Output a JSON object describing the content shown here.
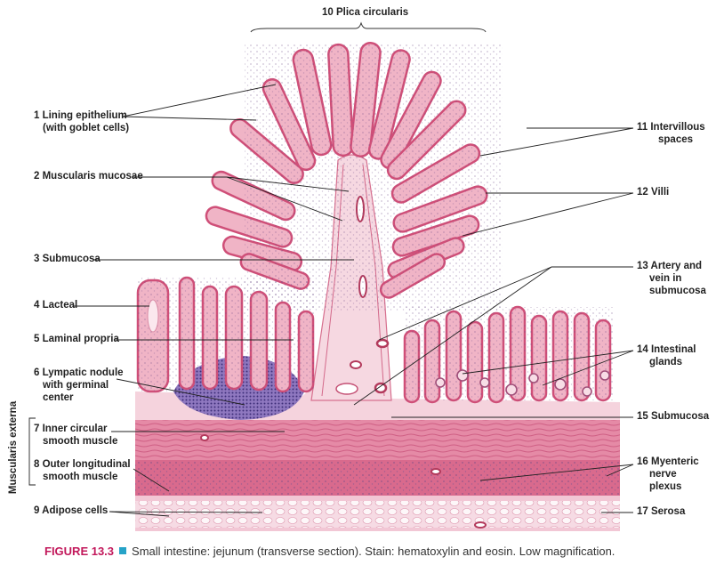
{
  "labels": {
    "l1": "1 Lining epithelium",
    "l1b": "(with goblet cells)",
    "l2": "2 Muscularis mucosae",
    "l3": "3 Submucosa",
    "l4": "4 Lacteal",
    "l5": "5 Laminal propria",
    "l6": "6 Lympatic nodule",
    "l6b": "with germinal",
    "l6c": "center",
    "l7": "7 Inner circular",
    "l7b": "smooth muscle",
    "l8": "8 Outer longitudinal",
    "l8b": "smooth muscle",
    "l9": "9 Adipose cells",
    "l10": "10  Plica circularis",
    "l11": "11 Intervillous",
    "l11b": "spaces",
    "l12": "12 Villi",
    "l13": "13 Artery and",
    "l13b": "vein in",
    "l13c": "submucosa",
    "l14": "14 Intestinal",
    "l14b": "glands",
    "l15": "15 Submucosa",
    "l16": "16 Myenteric",
    "l16b": "nerve",
    "l16c": "plexus",
    "l17": "17 Serosa",
    "muscularis_externa": "Muscularis externa"
  },
  "caption": {
    "figure": "FIGURE 13.3",
    "text": "Small intestine: jejunum (transverse section). Stain: hematoxylin and eosin. Low magnification."
  },
  "colors": {
    "tissue_pink": "#f3c3d1",
    "muscle_pink": "#e27d9c",
    "epithelium": "#d9587f",
    "nuclei": "#5b3f7a",
    "nodule": "#5a4a9a",
    "caption_accent": "#c2185b",
    "caption_square": "#26a3c8"
  }
}
